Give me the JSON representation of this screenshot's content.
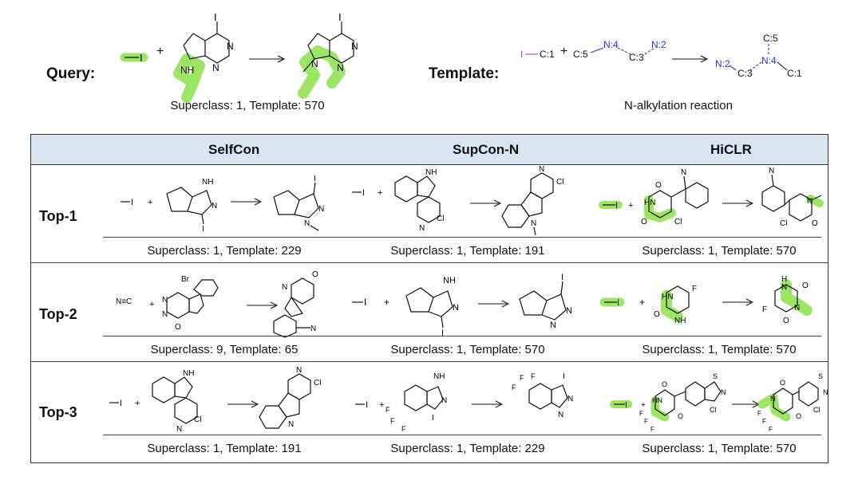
{
  "query": {
    "label": "Query:",
    "caption": "Superclass: 1, Template: 570",
    "atoms": {
      "iodo": "I",
      "nh": "NH",
      "n": "N"
    }
  },
  "template": {
    "label": "Template:",
    "caption": "N-alkylation reaction",
    "atoms": {
      "i": "I",
      "c1": "C:1",
      "c5": "C:5",
      "n4": "N:4",
      "c3": "C:3",
      "n2": "N:2"
    }
  },
  "table": {
    "columns": [
      "SelfCon",
      "SupCon-N",
      "HiCLR"
    ],
    "rows": [
      {
        "label": "Top-1",
        "captions": [
          "Superclass: 1, Template: 229",
          "Superclass: 1, Template: 191",
          "Superclass: 1, Template: 570"
        ]
      },
      {
        "label": "Top-2",
        "captions": [
          "Superclass: 9, Template: 65",
          "Superclass: 1, Template: 570",
          "Superclass: 1, Template: 570"
        ]
      },
      {
        "label": "Top-3",
        "captions": [
          "Superclass: 1, Template: 191",
          "Superclass: 1, Template: 229",
          "Superclass: 1, Template: 570"
        ]
      }
    ]
  },
  "atom_labels": {
    "I": "I",
    "N": "N",
    "H": "H",
    "NH": "NH",
    "HN": "HN",
    "O": "O",
    "Cl": "Cl",
    "F": "F",
    "Br": "Br",
    "S": "S",
    "NC": "N≡C",
    "plus": "+"
  },
  "colors": {
    "highlight": "#8be04a",
    "header_bg": "#d9e6f1",
    "template_blue": "#2a35d8",
    "template_purple": "#b03ad8"
  }
}
